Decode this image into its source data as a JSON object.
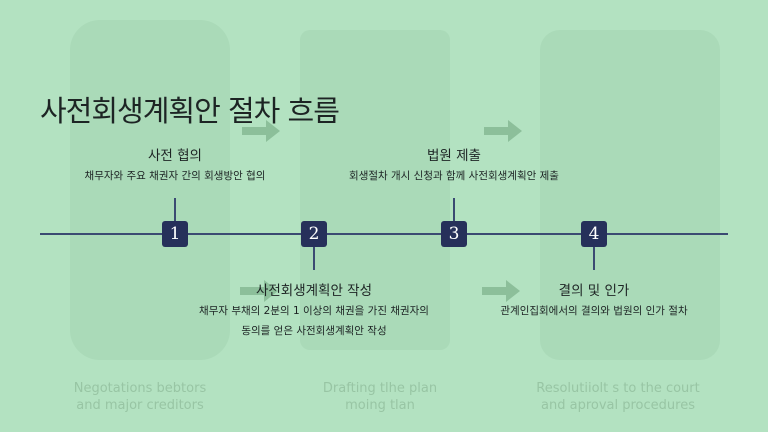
{
  "title": "사전회생계획안 절차 흐름",
  "steps": [
    {
      "number": "1",
      "title": "사전 협의",
      "description": [
        "채무자와 주요 채권자 간의 회생방안 협의"
      ]
    },
    {
      "number": "2",
      "title": "사전회생계획안 작성",
      "description": [
        "채무자 부채의 2분의 1 이상의 채권을 가진 채권자의",
        "동의를 얻은 사전회생계획안 작성"
      ]
    },
    {
      "number": "3",
      "title": "법원 제출",
      "description": [
        "회생절차 개시 신청과 함께 사전회생계획안 제출"
      ]
    },
    {
      "number": "4",
      "title": "결의 및 인가",
      "description": [
        "관계인집회에서의 결의와 법원의 인가 절차"
      ]
    }
  ],
  "background_captions": [
    [
      "Negotations bebtors",
      "and major creditors"
    ],
    [
      "Drafting tlhe plan",
      "moing tlan"
    ],
    [
      "Resolutiiolt s to the court",
      "and aproval procedures"
    ]
  ],
  "colors": {
    "background": "#b3e2c1",
    "node": "#26305a",
    "line": "#3b4a72"
  }
}
